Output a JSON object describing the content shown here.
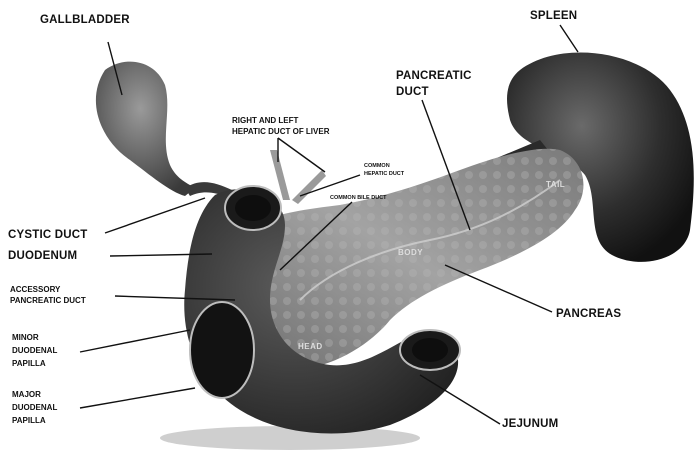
{
  "labels": {
    "gallbladder": "GALLBLADDER",
    "spleen": "SPLEEN",
    "pancreatic_duct_1": "PANCREATIC",
    "pancreatic_duct_2": "DUCT",
    "hepatic_duct_1": "RIGHT AND LEFT",
    "hepatic_duct_2": "HEPATIC DUCT OF LIVER",
    "common_hepatic_1": "COMMON",
    "common_hepatic_2": "HEPATIC DUCT",
    "common_bile_duct": "COMMON BILE DUCT",
    "cystic_duct": "CYSTIC DUCT",
    "duodenum": "DUODENUM",
    "accessory_1": "ACCESSORY",
    "accessory_2": "PANCREATIC DUCT",
    "minor_1": "MINOR",
    "minor_2": "DUODENAL",
    "minor_3": "PAPILLA",
    "major_1": "MAJOR",
    "major_2": "DUODENAL",
    "major_3": "PAPILLA",
    "pancreas": "PANCREAS",
    "jejunum": "JEJUNUM",
    "tail": "TAIL",
    "body": "BODY",
    "head": "HEAD"
  },
  "colors": {
    "organ_dark": "#2a2a2a",
    "organ_mid": "#5a5a5a",
    "pancreas_light": "#9a9a9a",
    "leader": "#111111"
  }
}
